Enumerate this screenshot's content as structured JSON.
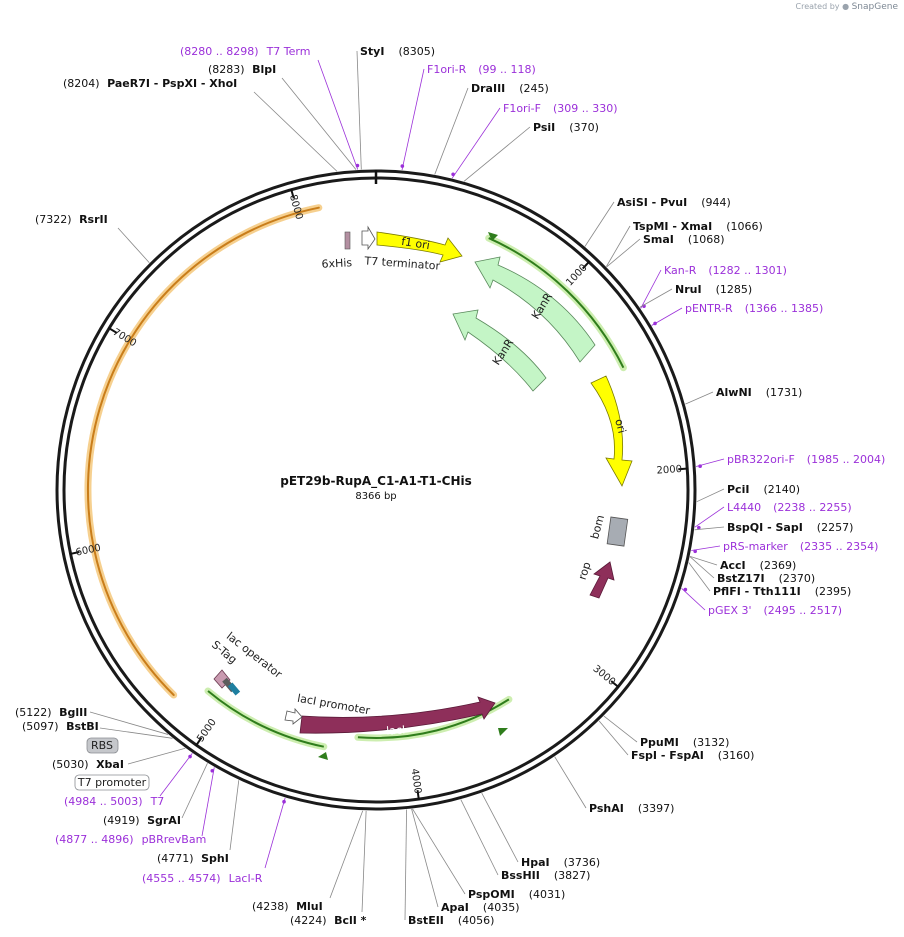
{
  "credit": {
    "prefix": "Created by",
    "brand": "SnapGene"
  },
  "plasmid": {
    "name": "pET29b-RupA_C1-A1-T1-CHis",
    "length_label": "8366 bp",
    "total_bp": 8366
  },
  "colors": {
    "primer": "#9b30d9",
    "enzyme": "#111111",
    "ori": "#ffff00",
    "kanr": "#c4f5c6",
    "laci": "#8e2f5a",
    "orange_arc": "#f5c37a",
    "green_arc": "#2f7d1c",
    "green_glow": "#cdeeb0",
    "bom": "#a7acb3",
    "sixhis": "#b38fa1"
  },
  "ticks": [
    {
      "label": "1000",
      "bp": 1000
    },
    {
      "label": "2000",
      "bp": 2000
    },
    {
      "label": "3000",
      "bp": 3000
    },
    {
      "label": "4000",
      "bp": 4000
    },
    {
      "label": "5000",
      "bp": 5000
    },
    {
      "label": "6000",
      "bp": 6000
    },
    {
      "label": "7000",
      "bp": 7000
    },
    {
      "label": "8000",
      "bp": 8000
    }
  ],
  "features": [
    {
      "name": "f1 ori",
      "icon": "ori-arrow"
    },
    {
      "name": "KanR",
      "icon": "kanr-arrow-outer"
    },
    {
      "name": "KanR",
      "icon": "kanr-arrow-inner"
    },
    {
      "name": "ori",
      "icon": "ori-arrow"
    },
    {
      "name": "bom",
      "icon": "bom-box"
    },
    {
      "name": "rop",
      "icon": "rop-arrow"
    },
    {
      "name": "lacI",
      "icon": "laci-arrow"
    },
    {
      "name": "lacI promoter",
      "icon": "promoter-arrow"
    },
    {
      "name": "lac operator",
      "icon": "operator-mark"
    },
    {
      "name": "S-Tag",
      "icon": "stag-mark"
    },
    {
      "name": "6xHis",
      "icon": "his-mark"
    },
    {
      "name": "T7 terminator",
      "icon": "terminator-arrow"
    }
  ],
  "boxed_labels": [
    {
      "name": "RBS",
      "style": "grey"
    },
    {
      "name": "T7 promoter",
      "style": "white"
    }
  ],
  "labels_left": [
    {
      "pos": "(8280 .. 8298)",
      "name": "T7 Term",
      "kind": "primer"
    },
    {
      "pos": "(8283)",
      "name": "BlpI",
      "kind": "enzyme"
    },
    {
      "pos": "(8204)",
      "name": "PaeR7I  - PspXI  - XhoI",
      "kind": "enzyme"
    },
    {
      "pos": "(7322)",
      "name": "RsrII",
      "kind": "enzyme"
    },
    {
      "pos": "(5122)",
      "name": "BglII",
      "kind": "enzyme"
    },
    {
      "pos": "(5097)",
      "name": "BstBI",
      "kind": "enzyme"
    },
    {
      "pos": "(5030)",
      "name": "XbaI",
      "kind": "enzyme"
    },
    {
      "pos": "(4984 .. 5003)",
      "name": "T7",
      "kind": "primer"
    },
    {
      "pos": "(4919)",
      "name": "SgrAI",
      "kind": "enzyme"
    },
    {
      "pos": "(4877 .. 4896)",
      "name": "pBRrevBam",
      "kind": "primer"
    },
    {
      "pos": "(4771)",
      "name": "SphI",
      "kind": "enzyme"
    },
    {
      "pos": "(4555 .. 4574)",
      "name": "LacI-R",
      "kind": "primer"
    },
    {
      "pos": "(4238)",
      "name": "MluI",
      "kind": "enzyme"
    },
    {
      "pos": "(4224)",
      "name": "BclI *",
      "kind": "enzyme"
    }
  ],
  "labels_right": [
    {
      "name": "StyI",
      "pos": "(8305)",
      "kind": "enzyme"
    },
    {
      "name": "F1ori-R",
      "pos": "(99 .. 118)",
      "kind": "primer"
    },
    {
      "name": "DraIII",
      "pos": "(245)",
      "kind": "enzyme"
    },
    {
      "name": "F1ori-F",
      "pos": "(309 .. 330)",
      "kind": "primer"
    },
    {
      "name": "PsiI",
      "pos": "(370)",
      "kind": "enzyme"
    },
    {
      "name": "AsiSI  - PvuI",
      "pos": "(944)",
      "kind": "enzyme"
    },
    {
      "name": "TspMI  - XmaI",
      "pos": "(1066)",
      "kind": "enzyme"
    },
    {
      "name": "SmaI",
      "pos": "(1068)",
      "kind": "enzyme"
    },
    {
      "name": "Kan-R",
      "pos": "(1282 .. 1301)",
      "kind": "primer"
    },
    {
      "name": "NruI",
      "pos": "(1285)",
      "kind": "enzyme"
    },
    {
      "name": "pENTR-R",
      "pos": "(1366 .. 1385)",
      "kind": "primer"
    },
    {
      "name": "AlwNI",
      "pos": "(1731)",
      "kind": "enzyme"
    },
    {
      "name": "pBR322ori-F",
      "pos": "(1985 .. 2004)",
      "kind": "primer"
    },
    {
      "name": "PciI",
      "pos": "(2140)",
      "kind": "enzyme"
    },
    {
      "name": "L4440",
      "pos": "(2238 .. 2255)",
      "kind": "primer"
    },
    {
      "name": "BspQI  - SapI",
      "pos": "(2257)",
      "kind": "enzyme"
    },
    {
      "name": "pRS-marker",
      "pos": "(2335 .. 2354)",
      "kind": "primer"
    },
    {
      "name": "AccI",
      "pos": "(2369)",
      "kind": "enzyme"
    },
    {
      "name": "BstZ17I",
      "pos": "(2370)",
      "kind": "enzyme"
    },
    {
      "name": "PflFI  - Tth111I",
      "pos": "(2395)",
      "kind": "enzyme"
    },
    {
      "name": "pGEX 3'",
      "pos": "(2495 .. 2517)",
      "kind": "primer"
    },
    {
      "name": "PpuMI",
      "pos": "(3132)",
      "kind": "enzyme"
    },
    {
      "name": "FspI  - FspAI",
      "pos": "(3160)",
      "kind": "enzyme"
    },
    {
      "name": "PshAI",
      "pos": "(3397)",
      "kind": "enzyme"
    },
    {
      "name": "HpaI",
      "pos": "(3736)",
      "kind": "enzyme"
    },
    {
      "name": "BssHII",
      "pos": "(3827)",
      "kind": "enzyme"
    },
    {
      "name": "PspOMI",
      "pos": "(4031)",
      "kind": "enzyme"
    },
    {
      "name": "ApaI",
      "pos": "(4035)",
      "kind": "enzyme"
    },
    {
      "name": "BstEII",
      "pos": "(4056)",
      "kind": "enzyme"
    }
  ]
}
